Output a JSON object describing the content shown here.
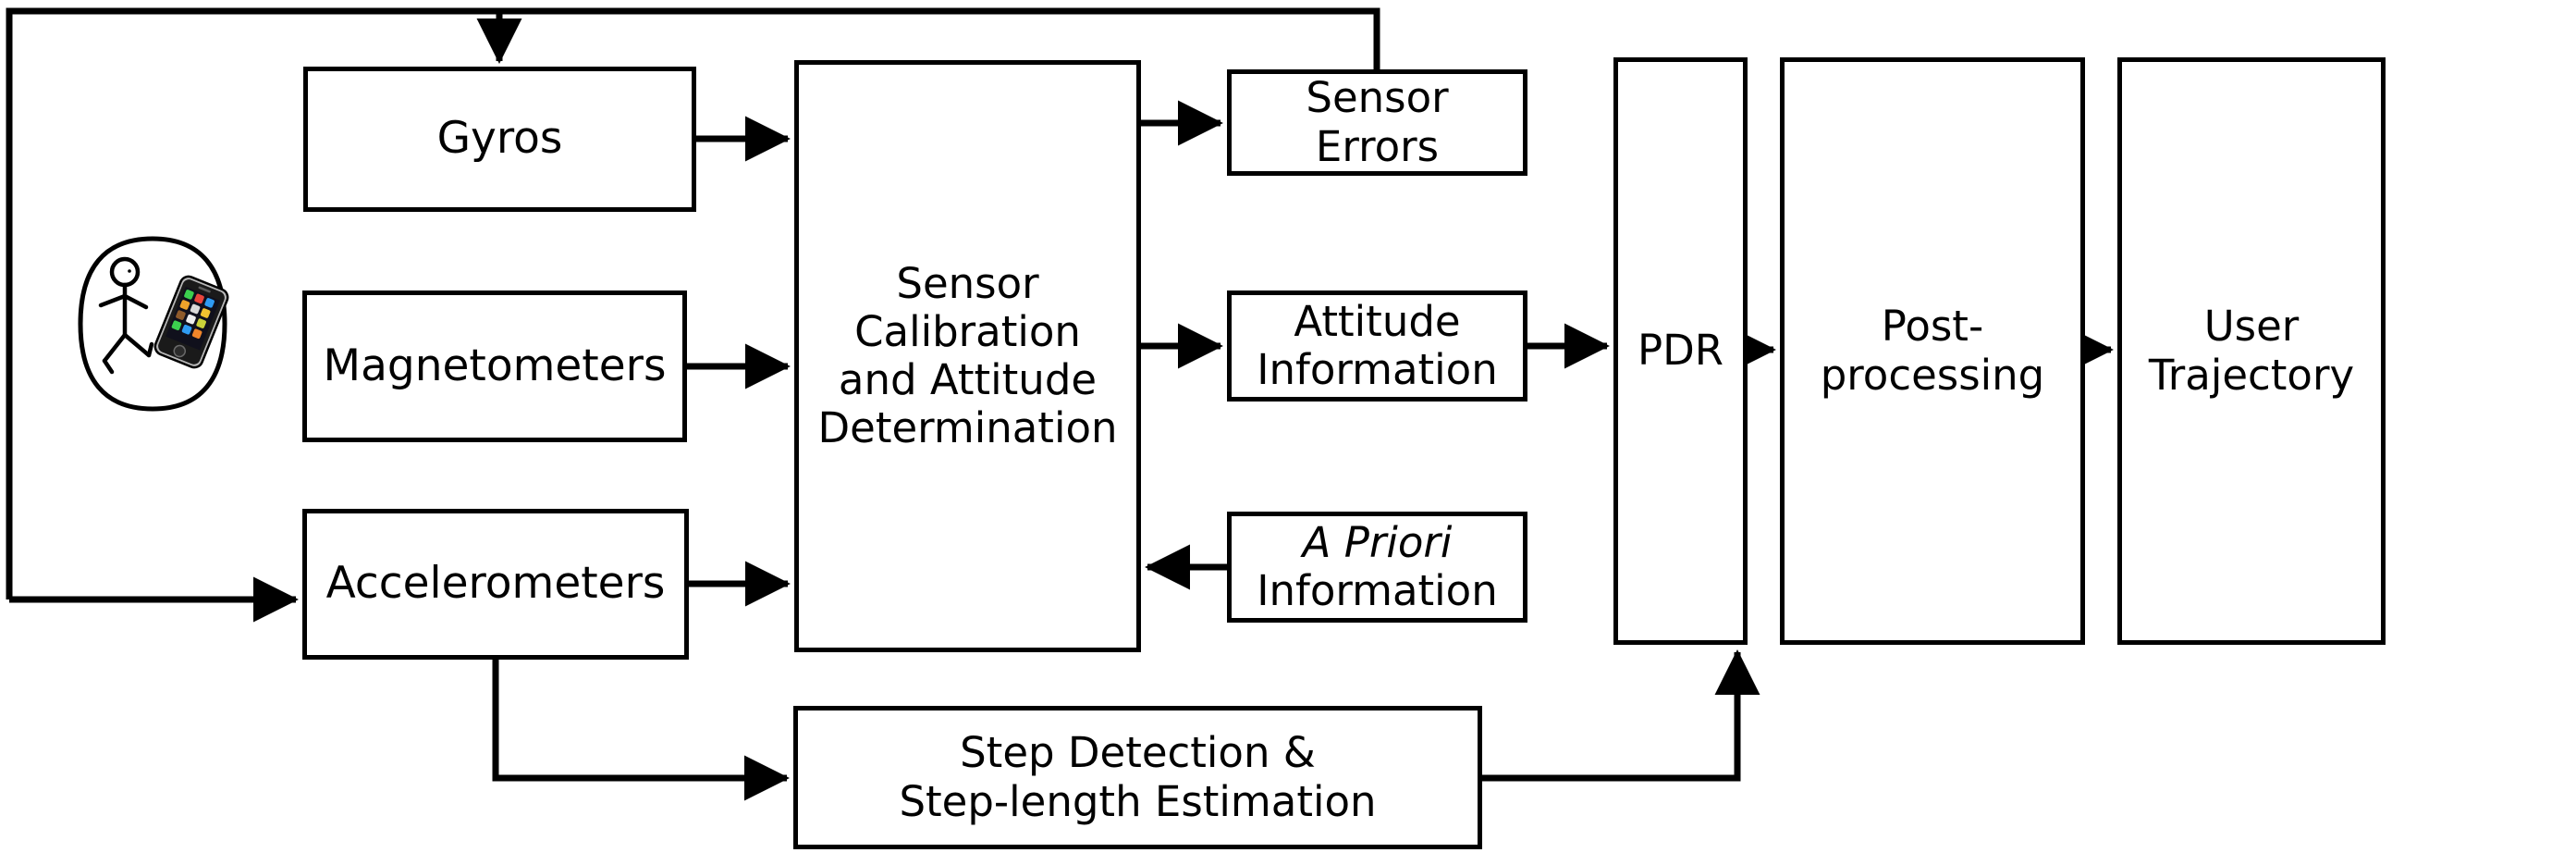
{
  "diagram": {
    "title": "Smartphone-based Pedestrian Dead Reckoning (PDR) processing flow",
    "type": "block-flowchart",
    "stroke_color": "#000000",
    "background_color": "#ffffff",
    "nodes": {
      "pictogram": {
        "name": "pedestrian-with-smartphone",
        "alt": "Stick figure pedestrian walking beside a smartphone"
      },
      "gyros": {
        "label": "Gyros"
      },
      "magnetometers": {
        "label": "Magnetometers"
      },
      "accelerometers": {
        "label": "Accelerometers"
      },
      "sensor_calibration": {
        "lines": [
          "Sensor",
          "Calibration",
          "and Attitude",
          "Determination"
        ]
      },
      "sensor_errors": {
        "lines": [
          "Sensor",
          "Errors"
        ]
      },
      "attitude_information": {
        "lines": [
          "Attitude",
          "Information"
        ]
      },
      "apriori_information": {
        "lines": [
          "A Priori",
          "Information"
        ],
        "italic_line": 0
      },
      "pdr": {
        "label": "PDR"
      },
      "post_processing": {
        "lines": [
          "Post-",
          "processing"
        ]
      },
      "user_trajectory": {
        "lines": [
          "User",
          "Trajectory"
        ]
      },
      "step_detection": {
        "lines": [
          "Step Detection &",
          "Step-length Estimation"
        ]
      }
    },
    "edges": [
      {
        "from": "feedback-bus",
        "to": "gyros",
        "style": "arrow",
        "direction": "down"
      },
      {
        "from": "feedback-bus",
        "to": "accelerometers",
        "style": "arrow",
        "direction": "right"
      },
      {
        "from": "sensor_errors",
        "to": "feedback-bus",
        "style": "line",
        "direction": "up"
      },
      {
        "from": "gyros",
        "to": "sensor_calibration",
        "style": "arrow",
        "direction": "right"
      },
      {
        "from": "magnetometers",
        "to": "sensor_calibration",
        "style": "arrow",
        "direction": "right"
      },
      {
        "from": "accelerometers",
        "to": "sensor_calibration",
        "style": "arrow",
        "direction": "right"
      },
      {
        "from": "sensor_calibration",
        "to": "sensor_errors",
        "style": "arrow",
        "direction": "right"
      },
      {
        "from": "sensor_calibration",
        "to": "attitude_information",
        "style": "arrow",
        "direction": "right"
      },
      {
        "from": "apriori_information",
        "to": "sensor_calibration",
        "style": "arrow",
        "direction": "left"
      },
      {
        "from": "attitude_information",
        "to": "pdr",
        "style": "arrow",
        "direction": "right"
      },
      {
        "from": "accelerometers",
        "to": "step_detection",
        "style": "arrow",
        "direction": "right"
      },
      {
        "from": "step_detection",
        "to": "pdr",
        "style": "arrow",
        "direction": "up"
      },
      {
        "from": "pdr",
        "to": "post_processing",
        "style": "arrow",
        "direction": "right"
      },
      {
        "from": "post_processing",
        "to": "user_trajectory",
        "style": "arrow",
        "direction": "right"
      }
    ]
  }
}
